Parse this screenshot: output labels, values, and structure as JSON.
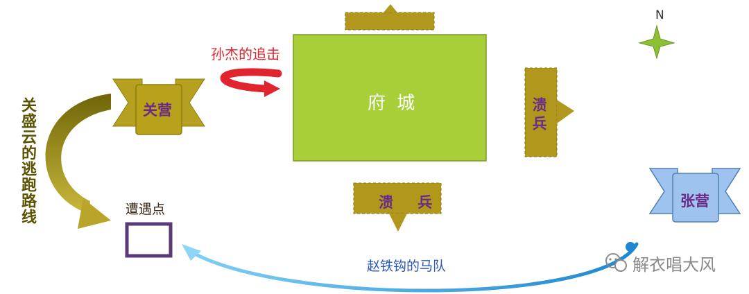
{
  "fortress": {
    "title": "府 城"
  },
  "guan_camp": {
    "label": "关营"
  },
  "zhang_camp": {
    "label": "张营"
  },
  "routed_south": {
    "label": "溃 兵"
  },
  "routed_east": {
    "label": "溃兵"
  },
  "pursuit_label": "孙杰的追击",
  "escape_route_label": "关盛云的逃跑路线",
  "encounter_label": "遭遇点",
  "cavalry_label": "赵铁钩的马队",
  "compass": {
    "north_label": "N"
  },
  "watermark": {
    "text": "解衣唱大风",
    "icon": "wechat-icon"
  },
  "colors": {
    "fortress": "#a8cf38",
    "routed": "#b1981d",
    "camp_gold": "#b5a11f",
    "camp_blue": "#9ec3ef",
    "pursuit_red": "#e0252f",
    "cavalry_blue": "#2fa0dc",
    "escape_olive": "#9a8a12",
    "encounter_border": "#5b3a78"
  }
}
